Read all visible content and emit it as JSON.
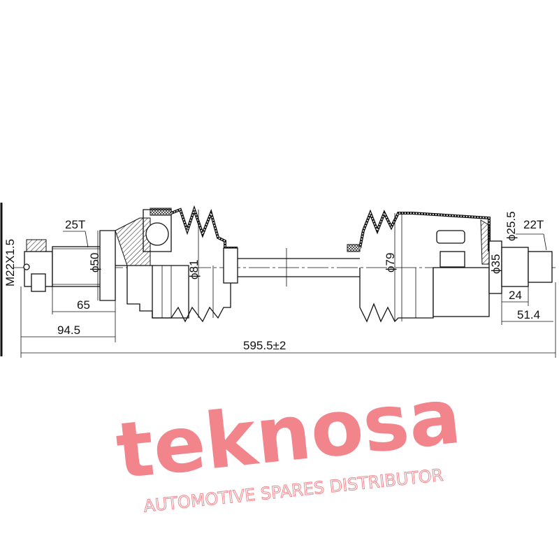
{
  "drawing": {
    "thread_spec": "M22X1.5",
    "outer_spline": "25T",
    "inner_spline": "22T",
    "dia_outer_joint": "ϕ50",
    "dia_outer_boot": "ϕ81",
    "dia_inner_boot": "ϕ79",
    "dia_inner_stub": "ϕ35",
    "dia_inner_spline": "ϕ25.5",
    "len_outer_spline": "65",
    "len_outer_stub": "94.5",
    "len_total": "595.5±2",
    "len_inner_spline": "24",
    "len_inner_stub": "51.4"
  },
  "watermark": {
    "brand": "teknosa",
    "tagline": "AUTOMOTIVE SPARES DISTRIBUTOR",
    "color": "#f07078"
  }
}
